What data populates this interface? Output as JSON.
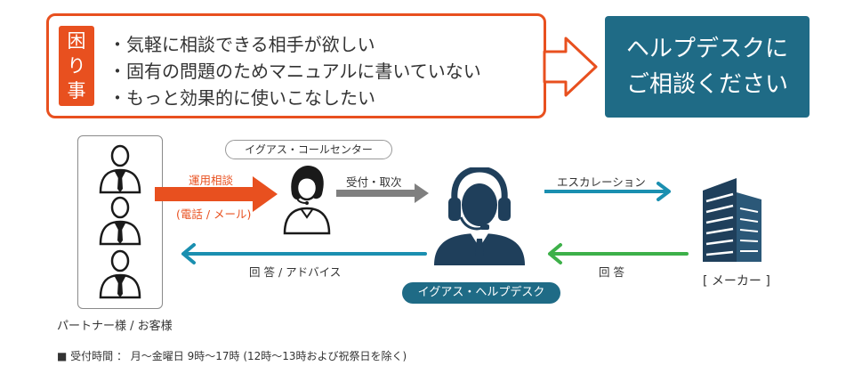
{
  "banner": {
    "problem_tag": [
      "困",
      "り",
      "事"
    ],
    "problems": [
      "・気軽に相談できる相手が欲しい",
      "・固有の問題のためマニュアルに書いていない",
      "・もっと効果的に使いこなしたい"
    ],
    "help_lines": [
      "ヘルプデスクに",
      "ご相談ください"
    ]
  },
  "diagram": {
    "customer_label": "パートナー様 / お客様",
    "callcenter_label": "イグアス・コールセンター",
    "consult_label": "運用相談",
    "consult_sub": "(電話 / メール)",
    "reception_label": "受付・取次",
    "escalation_label": "エスカレーション",
    "answer_from_maker": "回 答",
    "answer_to_customer": "回 答 / アドバイス",
    "helpdesk_label": "イグアス・ヘルプデスク",
    "maker_label": "[ メーカー ]"
  },
  "footnote": "■ 受付時間 ： 月～金曜日 9時～17時 (12時～13時および祝祭日を除く)",
  "colors": {
    "orange": "#e8501f",
    "teal": "#1f6b86",
    "arrow_teal": "#1a8fb0",
    "green": "#3db049",
    "gray": "#7f7f7f",
    "navy": "#1f3f5b"
  }
}
